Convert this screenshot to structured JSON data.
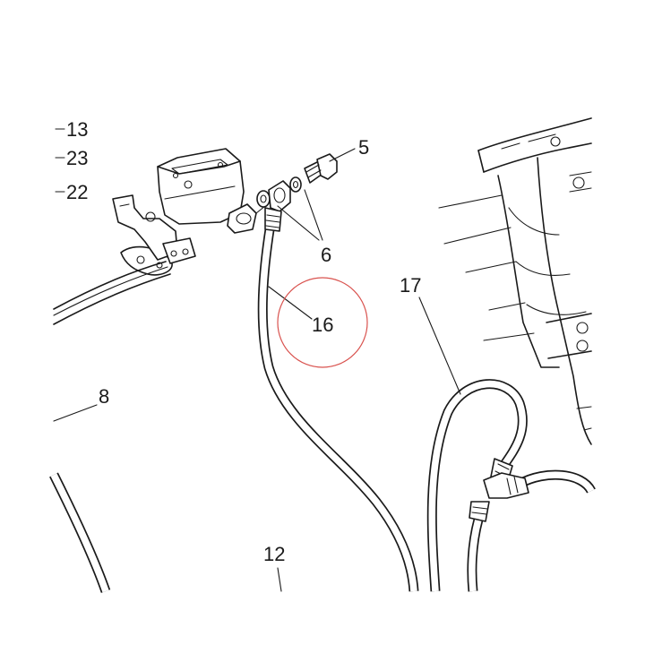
{
  "diagram": {
    "callouts": {
      "c13": "13",
      "c23": "23",
      "c22": "22",
      "c5": "5",
      "c6": "6",
      "c16": "16",
      "c17": "17",
      "c8": "8",
      "c12": "12"
    },
    "highlight_color": "#d9534f",
    "line_color": "#1a1a1a"
  }
}
